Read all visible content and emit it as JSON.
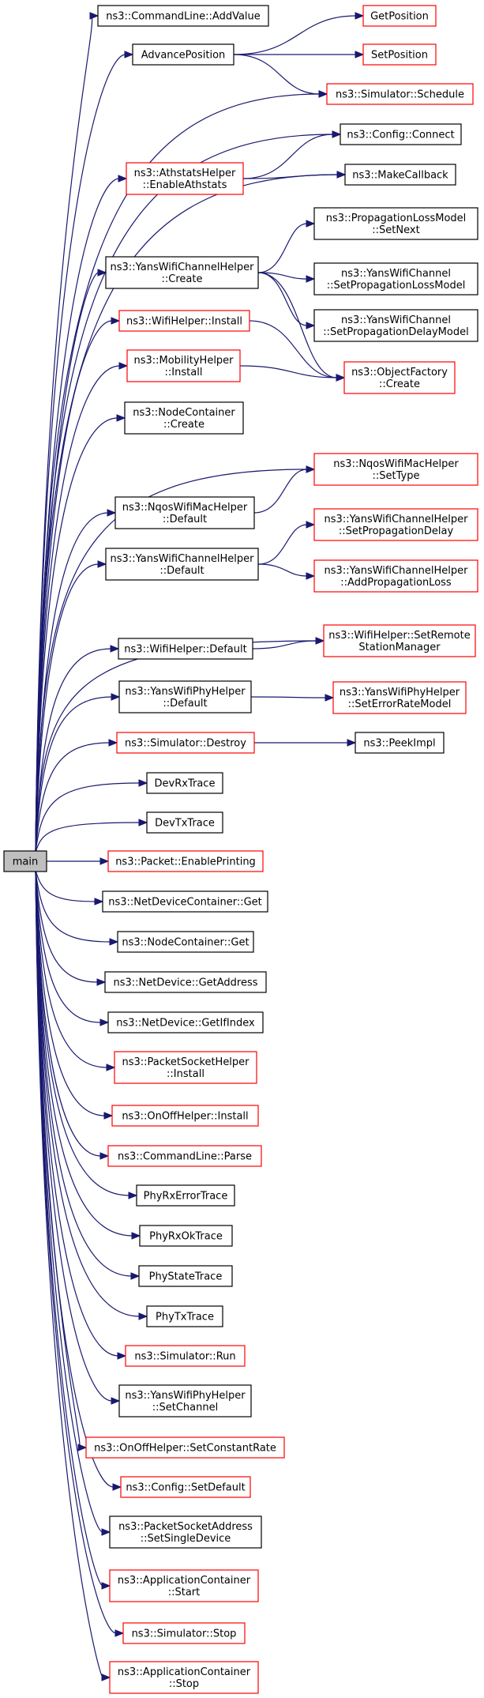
{
  "diagram": {
    "kind": "doxygen-call-graph",
    "root": "main",
    "colors": {
      "edge": "#191970",
      "root_fill": "#bfbfbf",
      "documented_border": "#000000",
      "undocumented_border": "#ff0000"
    },
    "nodes": [
      {
        "id": "main",
        "lines": [
          "main"
        ],
        "style": "main"
      },
      {
        "id": "cl_addvalue",
        "lines": [
          "ns3::CommandLine::AddValue"
        ],
        "style": "black"
      },
      {
        "id": "advance_position",
        "lines": [
          "AdvancePosition"
        ],
        "style": "black"
      },
      {
        "id": "get_position",
        "lines": [
          "GetPosition"
        ],
        "style": "red"
      },
      {
        "id": "set_position",
        "lines": [
          "SetPosition"
        ],
        "style": "red"
      },
      {
        "id": "sim_schedule",
        "lines": [
          "ns3::Simulator::Schedule"
        ],
        "style": "red"
      },
      {
        "id": "config_connect",
        "lines": [
          "ns3::Config::Connect"
        ],
        "style": "black"
      },
      {
        "id": "athstats_enable",
        "lines": [
          "ns3::AthstatsHelper",
          "::EnableAthstats"
        ],
        "style": "red"
      },
      {
        "id": "make_callback",
        "lines": [
          "ns3::MakeCallback"
        ],
        "style": "black"
      },
      {
        "id": "prop_loss_setnext",
        "lines": [
          "ns3::PropagationLossModel",
          "::SetNext"
        ],
        "style": "black"
      },
      {
        "id": "ywch_create",
        "lines": [
          "ns3::YansWifiChannelHelper",
          "::Create"
        ],
        "style": "black"
      },
      {
        "id": "ywc_setloss",
        "lines": [
          "ns3::YansWifiChannel",
          "::SetPropagationLossModel"
        ],
        "style": "black"
      },
      {
        "id": "ywc_setdelay",
        "lines": [
          "ns3::YansWifiChannel",
          "::SetPropagationDelayModel"
        ],
        "style": "black"
      },
      {
        "id": "wifi_install",
        "lines": [
          "ns3::WifiHelper::Install"
        ],
        "style": "red"
      },
      {
        "id": "obj_factory_create",
        "lines": [
          "ns3::ObjectFactory",
          "::Create"
        ],
        "style": "red"
      },
      {
        "id": "mobility_install",
        "lines": [
          "ns3::MobilityHelper",
          "::Install"
        ],
        "style": "red"
      },
      {
        "id": "nc_create",
        "lines": [
          "ns3::NodeContainer",
          "::Create"
        ],
        "style": "black"
      },
      {
        "id": "nqos_settype",
        "lines": [
          "ns3::NqosWifiMacHelper",
          "::SetType"
        ],
        "style": "red"
      },
      {
        "id": "nqos_default",
        "lines": [
          "ns3::NqosWifiMacHelper",
          "::Default"
        ],
        "style": "black"
      },
      {
        "id": "ywch_setdelay",
        "lines": [
          "ns3::YansWifiChannelHelper",
          "::SetPropagationDelay"
        ],
        "style": "red"
      },
      {
        "id": "ywch_default",
        "lines": [
          "ns3::YansWifiChannelHelper",
          "::Default"
        ],
        "style": "black"
      },
      {
        "id": "ywch_addloss",
        "lines": [
          "ns3::YansWifiChannelHelper",
          "::AddPropagationLoss"
        ],
        "style": "red"
      },
      {
        "id": "wifi_setremote",
        "lines": [
          "ns3::WifiHelper::SetRemote",
          "StationManager"
        ],
        "style": "red"
      },
      {
        "id": "wifi_default",
        "lines": [
          "ns3::WifiHelper::Default"
        ],
        "style": "black"
      },
      {
        "id": "ywph_default",
        "lines": [
          "ns3::YansWifiPhyHelper",
          "::Default"
        ],
        "style": "black"
      },
      {
        "id": "ywph_seterr",
        "lines": [
          "ns3::YansWifiPhyHelper",
          "::SetErrorRateModel"
        ],
        "style": "red"
      },
      {
        "id": "sim_destroy",
        "lines": [
          "ns3::Simulator::Destroy"
        ],
        "style": "red"
      },
      {
        "id": "peek_impl",
        "lines": [
          "ns3::PeekImpl"
        ],
        "style": "black"
      },
      {
        "id": "dev_rx",
        "lines": [
          "DevRxTrace"
        ],
        "style": "black"
      },
      {
        "id": "dev_tx",
        "lines": [
          "DevTxTrace"
        ],
        "style": "black"
      },
      {
        "id": "pkt_enable",
        "lines": [
          "ns3::Packet::EnablePrinting"
        ],
        "style": "red"
      },
      {
        "id": "ndc_get",
        "lines": [
          "ns3::NetDeviceContainer::Get"
        ],
        "style": "black"
      },
      {
        "id": "nc_get",
        "lines": [
          "ns3::NodeContainer::Get"
        ],
        "style": "black"
      },
      {
        "id": "nd_getaddr",
        "lines": [
          "ns3::NetDevice::GetAddress"
        ],
        "style": "black"
      },
      {
        "id": "nd_getifindex",
        "lines": [
          "ns3::NetDevice::GetIfIndex"
        ],
        "style": "black"
      },
      {
        "id": "psh_install",
        "lines": [
          "ns3::PacketSocketHelper",
          "::Install"
        ],
        "style": "red"
      },
      {
        "id": "onoff_install",
        "lines": [
          "ns3::OnOffHelper::Install"
        ],
        "style": "red"
      },
      {
        "id": "cl_parse",
        "lines": [
          "ns3::CommandLine::Parse"
        ],
        "style": "red"
      },
      {
        "id": "phy_rxerr",
        "lines": [
          "PhyRxErrorTrace"
        ],
        "style": "black"
      },
      {
        "id": "phy_rxok",
        "lines": [
          "PhyRxOkTrace"
        ],
        "style": "black"
      },
      {
        "id": "phy_state",
        "lines": [
          "PhyStateTrace"
        ],
        "style": "black"
      },
      {
        "id": "phy_tx",
        "lines": [
          "PhyTxTrace"
        ],
        "style": "black"
      },
      {
        "id": "sim_run",
        "lines": [
          "ns3::Simulator::Run"
        ],
        "style": "red"
      },
      {
        "id": "ywph_setchannel",
        "lines": [
          "ns3::YansWifiPhyHelper",
          "::SetChannel"
        ],
        "style": "black"
      },
      {
        "id": "onoff_setrate",
        "lines": [
          "ns3::OnOffHelper::SetConstantRate"
        ],
        "style": "red"
      },
      {
        "id": "config_setdefault",
        "lines": [
          "ns3::Config::SetDefault"
        ],
        "style": "red"
      },
      {
        "id": "psa_setsingle",
        "lines": [
          "ns3::PacketSocketAddress",
          "::SetSingleDevice"
        ],
        "style": "black"
      },
      {
        "id": "ac_start",
        "lines": [
          "ns3::ApplicationContainer",
          "::Start"
        ],
        "style": "red"
      },
      {
        "id": "sim_stop",
        "lines": [
          "ns3::Simulator::Stop"
        ],
        "style": "red"
      },
      {
        "id": "ac_stop",
        "lines": [
          "ns3::ApplicationContainer",
          "::Stop"
        ],
        "style": "red"
      }
    ],
    "edges": [
      [
        "main",
        "cl_addvalue"
      ],
      [
        "main",
        "advance_position"
      ],
      [
        "main",
        "sim_schedule"
      ],
      [
        "main",
        "config_connect"
      ],
      [
        "main",
        "athstats_enable"
      ],
      [
        "main",
        "make_callback"
      ],
      [
        "main",
        "ywch_create"
      ],
      [
        "main",
        "wifi_install"
      ],
      [
        "main",
        "mobility_install"
      ],
      [
        "main",
        "nc_create"
      ],
      [
        "main",
        "nqos_settype"
      ],
      [
        "main",
        "nqos_default"
      ],
      [
        "main",
        "ywch_default"
      ],
      [
        "main",
        "wifi_setremote"
      ],
      [
        "main",
        "wifi_default"
      ],
      [
        "main",
        "ywph_default"
      ],
      [
        "main",
        "sim_destroy"
      ],
      [
        "main",
        "dev_rx"
      ],
      [
        "main",
        "dev_tx"
      ],
      [
        "main",
        "pkt_enable"
      ],
      [
        "main",
        "ndc_get"
      ],
      [
        "main",
        "nc_get"
      ],
      [
        "main",
        "nd_getaddr"
      ],
      [
        "main",
        "nd_getifindex"
      ],
      [
        "main",
        "psh_install"
      ],
      [
        "main",
        "onoff_install"
      ],
      [
        "main",
        "cl_parse"
      ],
      [
        "main",
        "phy_rxerr"
      ],
      [
        "main",
        "phy_rxok"
      ],
      [
        "main",
        "phy_state"
      ],
      [
        "main",
        "phy_tx"
      ],
      [
        "main",
        "sim_run"
      ],
      [
        "main",
        "ywph_setchannel"
      ],
      [
        "main",
        "onoff_setrate"
      ],
      [
        "main",
        "config_setdefault"
      ],
      [
        "main",
        "psa_setsingle"
      ],
      [
        "main",
        "ac_start"
      ],
      [
        "main",
        "sim_stop"
      ],
      [
        "main",
        "ac_stop"
      ],
      [
        "advance_position",
        "get_position"
      ],
      [
        "advance_position",
        "set_position"
      ],
      [
        "advance_position",
        "sim_schedule"
      ],
      [
        "athstats_enable",
        "config_connect"
      ],
      [
        "athstats_enable",
        "make_callback"
      ],
      [
        "ywch_create",
        "prop_loss_setnext"
      ],
      [
        "ywch_create",
        "ywc_setloss"
      ],
      [
        "ywch_create",
        "ywc_setdelay"
      ],
      [
        "ywch_create",
        "obj_factory_create"
      ],
      [
        "wifi_install",
        "obj_factory_create"
      ],
      [
        "mobility_install",
        "obj_factory_create"
      ],
      [
        "nqos_default",
        "nqos_settype"
      ],
      [
        "ywch_default",
        "ywch_setdelay"
      ],
      [
        "ywch_default",
        "ywch_addloss"
      ],
      [
        "wifi_default",
        "wifi_setremote"
      ],
      [
        "ywph_default",
        "ywph_seterr"
      ],
      [
        "sim_destroy",
        "peek_impl"
      ]
    ]
  }
}
